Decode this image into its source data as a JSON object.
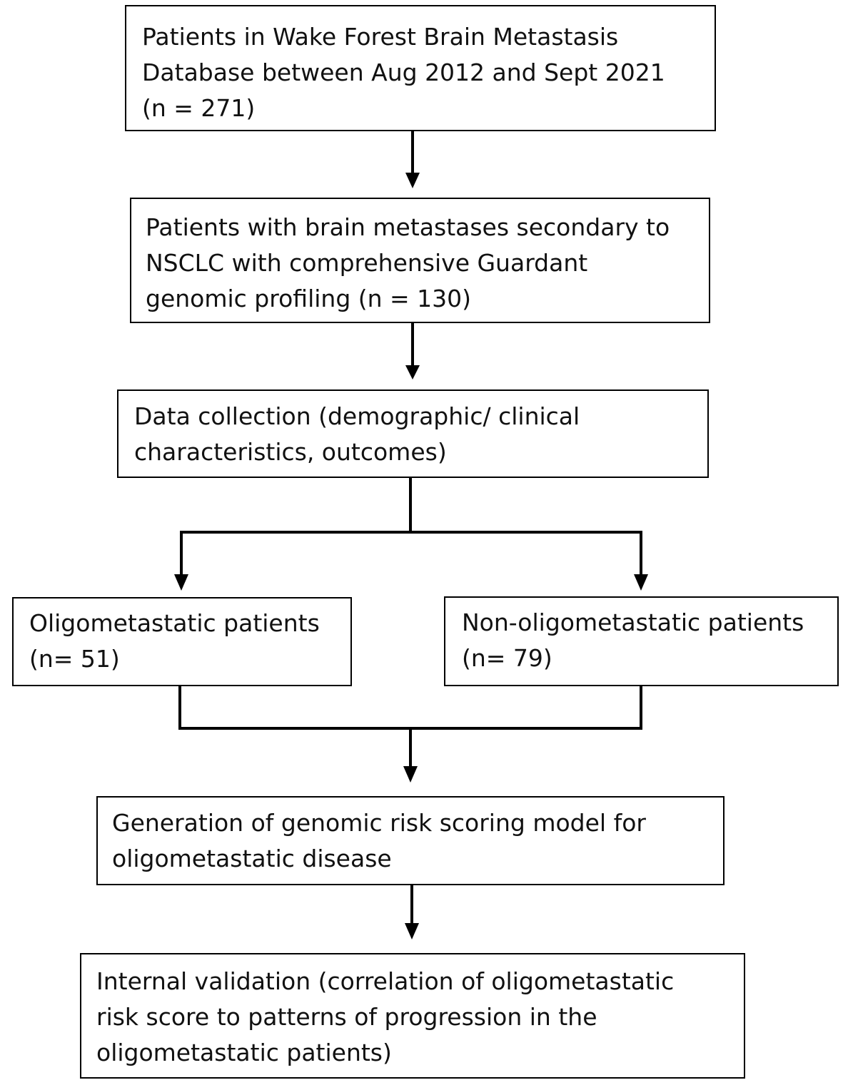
{
  "flowchart": {
    "boxes": [
      {
        "id": "database",
        "lines": [
          "Patients in Wake Forest Brain Metastasis",
          "Database between Aug 2012 and Sept 2021",
          "(n = 271)"
        ]
      },
      {
        "id": "nsclc",
        "lines": [
          "Patients with brain metastases secondary to",
          "NSCLC with comprehensive Guardant",
          "genomic profiling (n = 130)"
        ]
      },
      {
        "id": "data-collection",
        "lines": [
          "Data collection (demographic/ clinical",
          "characteristics, outcomes)"
        ]
      },
      {
        "id": "oligometastatic",
        "lines": [
          "Oligometastatic patients",
          "(n= 51)"
        ]
      },
      {
        "id": "non-oligometastatic",
        "lines": [
          "Non-oligometastatic patients",
          "(n= 79)"
        ]
      },
      {
        "id": "risk-model",
        "lines": [
          "Generation of genomic risk scoring model for",
          "oligometastatic disease"
        ]
      },
      {
        "id": "internal-validation",
        "lines": [
          "Internal validation (correlation of oligometastatic",
          "risk score to patterns of progression in the",
          "oligometastatic patients)"
        ]
      }
    ]
  }
}
